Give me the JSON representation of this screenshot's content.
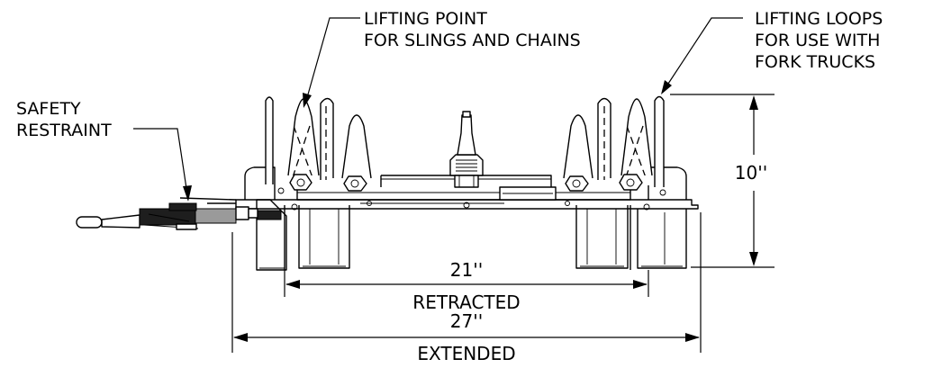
{
  "labels": {
    "lifting_point_line1": "LIFTING POINT",
    "lifting_point_line2": "FOR SLINGS AND CHAINS",
    "lifting_loops_line1": "LIFTING LOOPS",
    "lifting_loops_line2": "FOR USE WITH",
    "lifting_loops_line3": "FORK TRUCKS",
    "safety_line1": "SAFETY",
    "safety_line2": "RESTRAINT"
  },
  "dimensions": {
    "height_value": "10''",
    "retracted_value": "21''",
    "retracted_label": "RETRACTED",
    "extended_value": "27''",
    "extended_label": "EXTENDED"
  }
}
